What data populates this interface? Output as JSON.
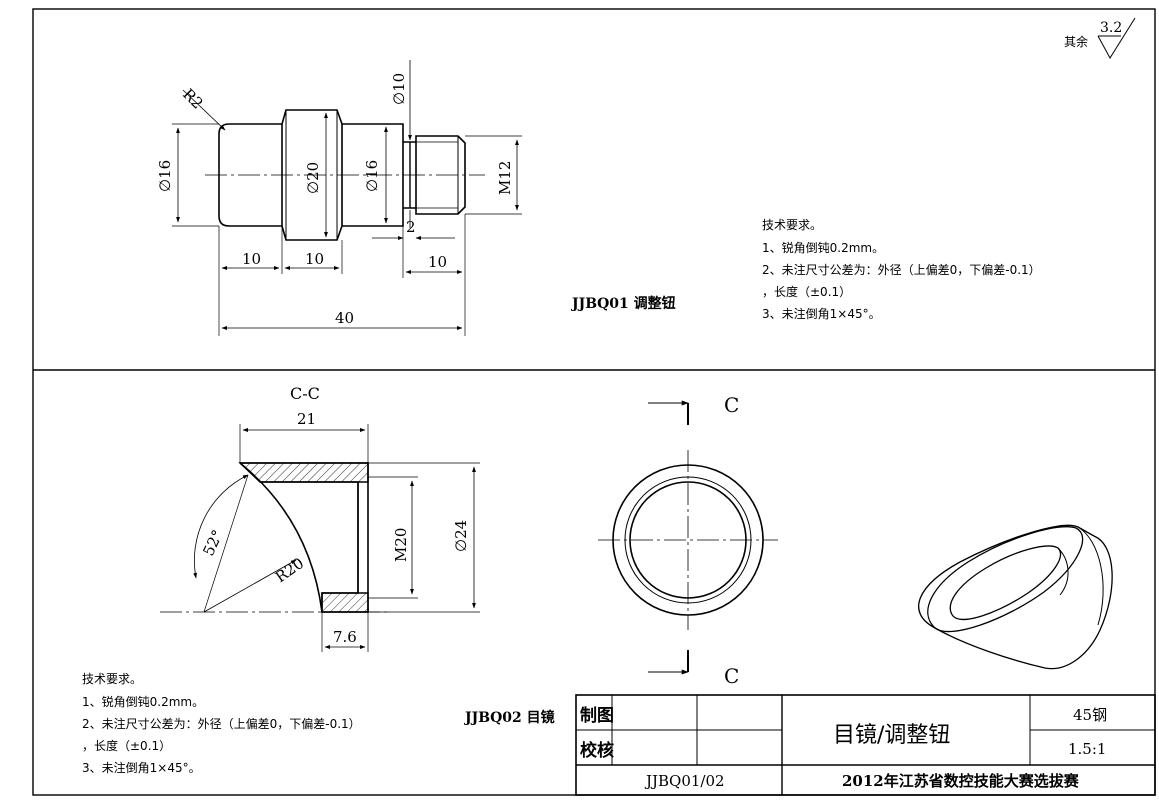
{
  "roughness": {
    "label": "其余",
    "value": "3.2"
  },
  "part1": {
    "name": "JJBQ01 调整钮",
    "dims": {
      "r2": "R2",
      "d16_left": "∅16",
      "d20": "∅20",
      "d16_mid": "∅16",
      "d10": "∅10",
      "m12": "M12",
      "w2": "2",
      "len10_a": "10",
      "len10_b": "10",
      "len10_c": "10",
      "len40": "40"
    },
    "notes": {
      "title": "技术要求。",
      "line1": "1、锐角倒钝0.2mm。",
      "line2": "2、未注尺寸公差为：外径（上偏差0，下偏差-0.1）",
      "line3": "，长度（±0.1）",
      "line4": "3、未注倒角1×45°。"
    }
  },
  "part2": {
    "name": "JJBQ02 目镜",
    "section_label": "C-C",
    "dims": {
      "w21": "21",
      "m20": "M20",
      "d24": "∅24",
      "a52": "52°",
      "r20": "R20",
      "w76": "7.6"
    },
    "view_label_top": "C",
    "view_label_bottom": "C",
    "notes": {
      "title": "技术要求。",
      "line1": "1、锐角倒钝0.2mm。",
      "line2": "2、未注尺寸公差为：外径（上偏差0，下偏差-0.1）",
      "line3": "，长度（±0.1）",
      "line4": "3、未注倒角1×45°。"
    }
  },
  "title_block": {
    "drawn_label": "制图",
    "checked_label": "校核",
    "drawing_title": "目镜/调整钮",
    "material": "45钢",
    "scale": "1.5:1",
    "drawing_no": "JJBQ01/02",
    "competition": "2012年江苏省数控技能大赛选拔赛"
  }
}
